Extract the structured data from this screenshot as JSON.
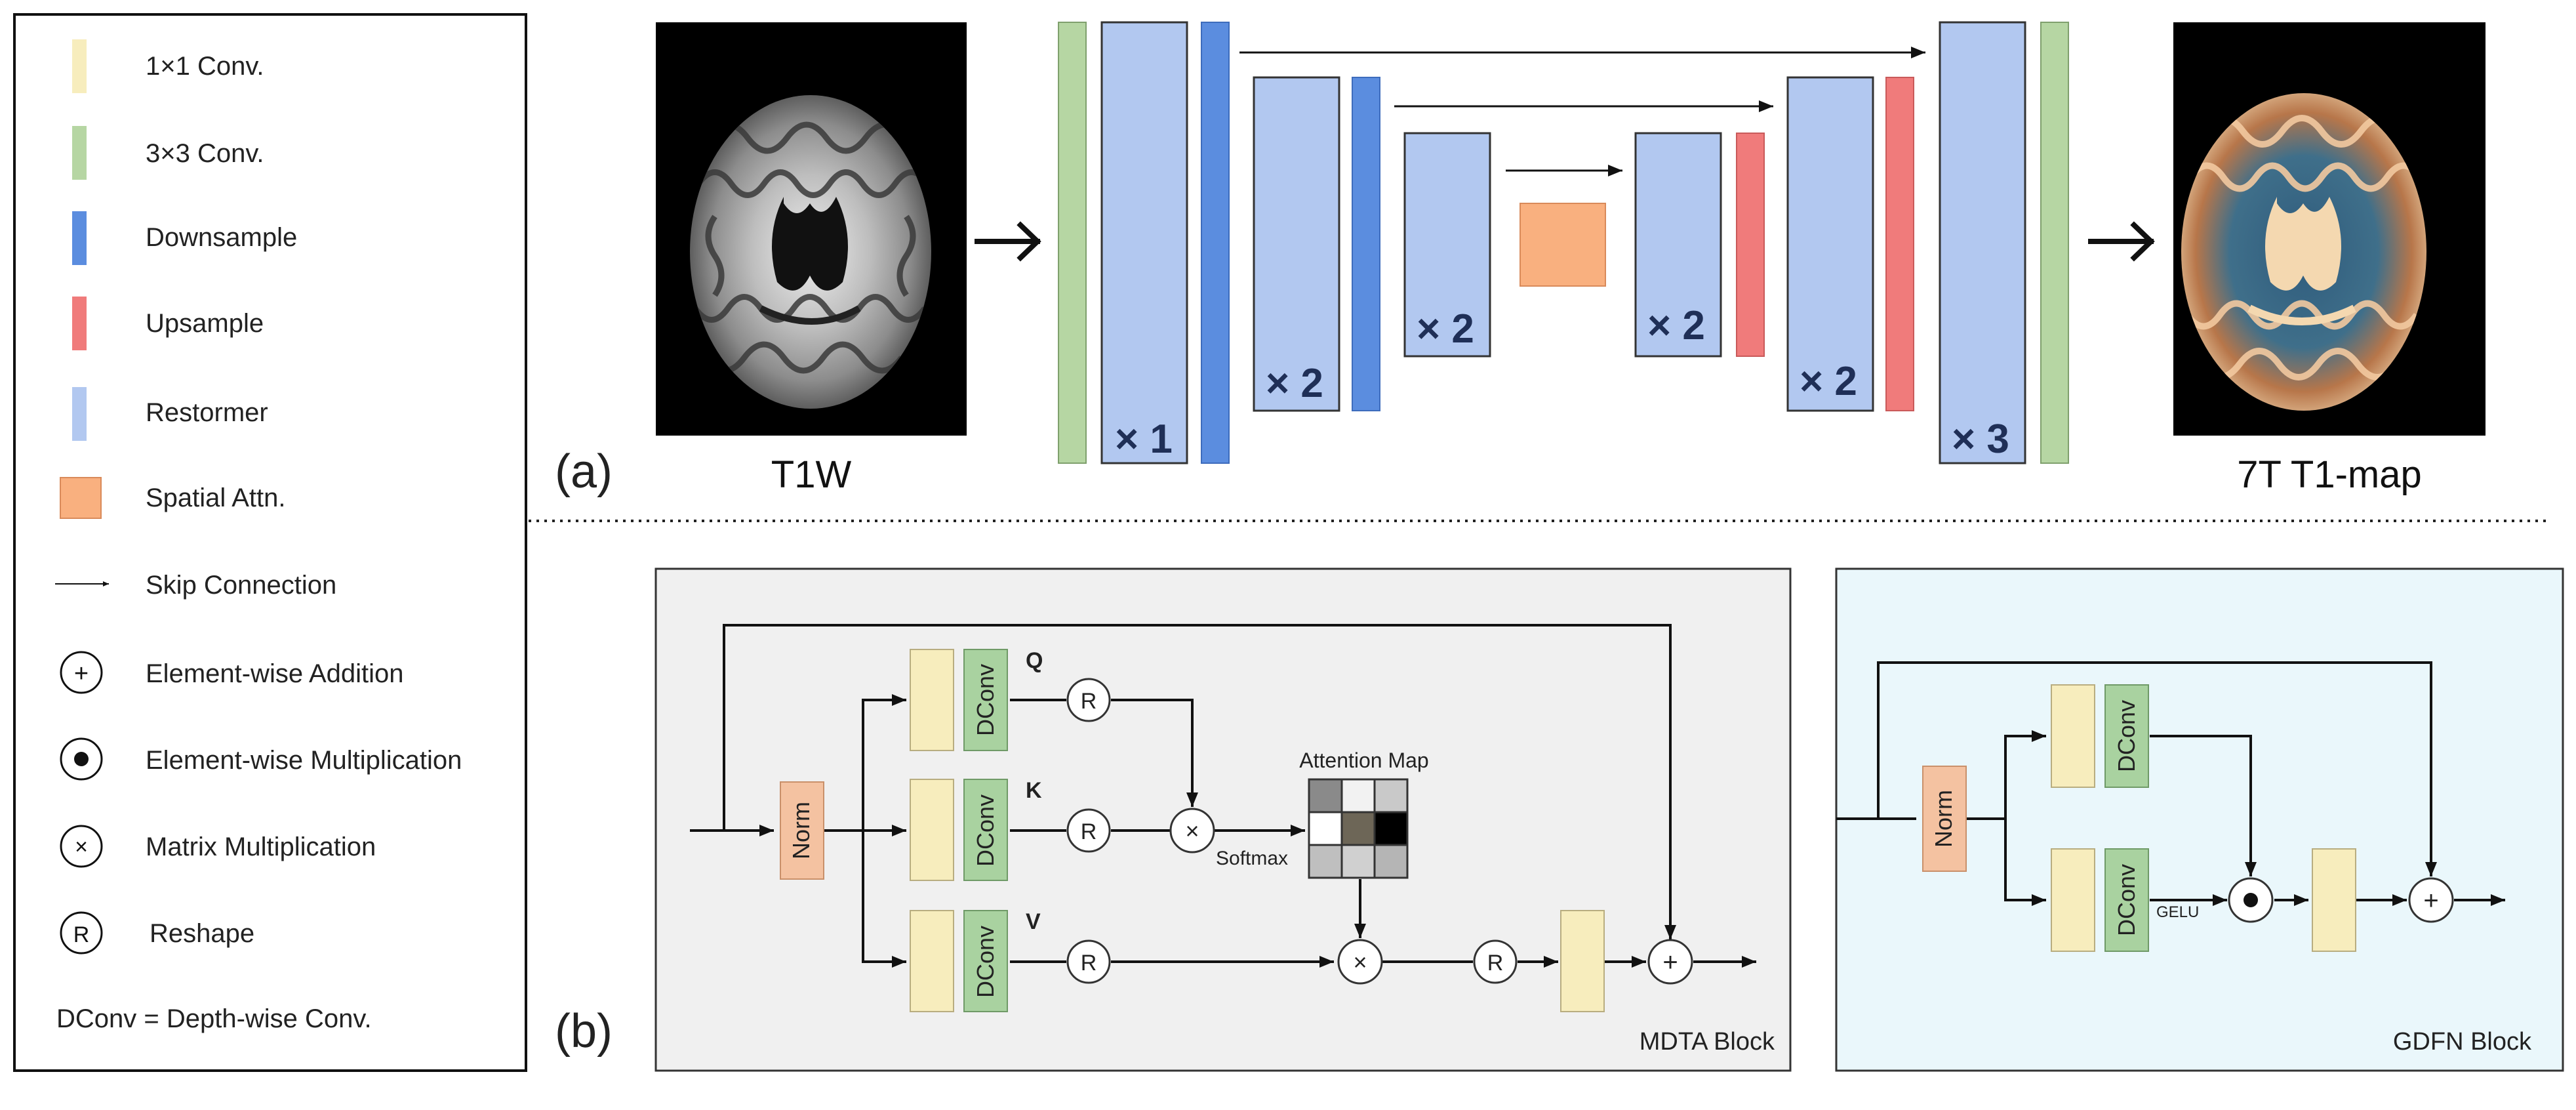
{
  "legend": {
    "items": [
      {
        "label": "1×1 Conv.",
        "kind": "box",
        "color": "#f7edbd"
      },
      {
        "label": "3×3 Conv.",
        "kind": "box",
        "color": "#b6d6a3"
      },
      {
        "label": "Downsample",
        "kind": "box",
        "color": "#5b8ddf"
      },
      {
        "label": "Upsample",
        "kind": "box",
        "color": "#f07b7b"
      },
      {
        "label": "Restormer",
        "kind": "box",
        "color": "#b2c8f0"
      },
      {
        "label": "Spatial Attn.",
        "kind": "box",
        "color": "#f9b07f"
      },
      {
        "label": "Skip Connection",
        "kind": "arrow"
      },
      {
        "label": "Element-wise Addition",
        "kind": "circle",
        "symbol": "+"
      },
      {
        "label": "Element-wise Multiplication",
        "kind": "circle",
        "symbol": "●"
      },
      {
        "label": "Matrix Multiplication",
        "kind": "circle",
        "symbol": "×"
      },
      {
        "label": "Reshape",
        "kind": "circle",
        "symbol": "R"
      }
    ],
    "footnote": "DConv = Depth-wise Conv."
  },
  "panel_a": {
    "label": "(a)",
    "input_caption": "T1W",
    "output_caption": "7T T1-map",
    "multipliers": [
      "× 1",
      "× 2",
      "× 2",
      "× 2",
      "× 2",
      "× 3"
    ]
  },
  "panel_b": {
    "label": "(b)",
    "mdta": {
      "title": "MDTA Block",
      "norm": "Norm",
      "dconv": "DConv",
      "q": "Q",
      "k": "K",
      "v": "V",
      "reshape": "R",
      "softmax": "Softmax",
      "attention_map": "Attention Map",
      "matmul": "×",
      "add": "+",
      "attention_grid": [
        [
          "#8a8a8a",
          "#f2f2f2",
          "#c9c9c9"
        ],
        [
          "#ffffff",
          "#6d6657",
          "#000000"
        ],
        [
          "#bfbfbf",
          "#d0d0d0",
          "#b5b5b5"
        ]
      ]
    },
    "gdfn": {
      "title": "GDFN Block",
      "norm": "Norm",
      "dconv": "DConv",
      "gelu": "GELU",
      "mult": "●",
      "add": "+"
    }
  },
  "colors": {
    "conv1": "#f7edbd",
    "conv3": "#b6d6a3",
    "down": "#5b8ddf",
    "up": "#f07b7b",
    "restormer": "#b2c8f0",
    "spatial": "#f9b07f",
    "norm": "#f4c2a1",
    "dconv": "#a9d2a0",
    "mdta_bg": "#f0f0f0",
    "gdfn_bg": "#eaf7fb",
    "multiplier_text": "#1f2f57"
  }
}
